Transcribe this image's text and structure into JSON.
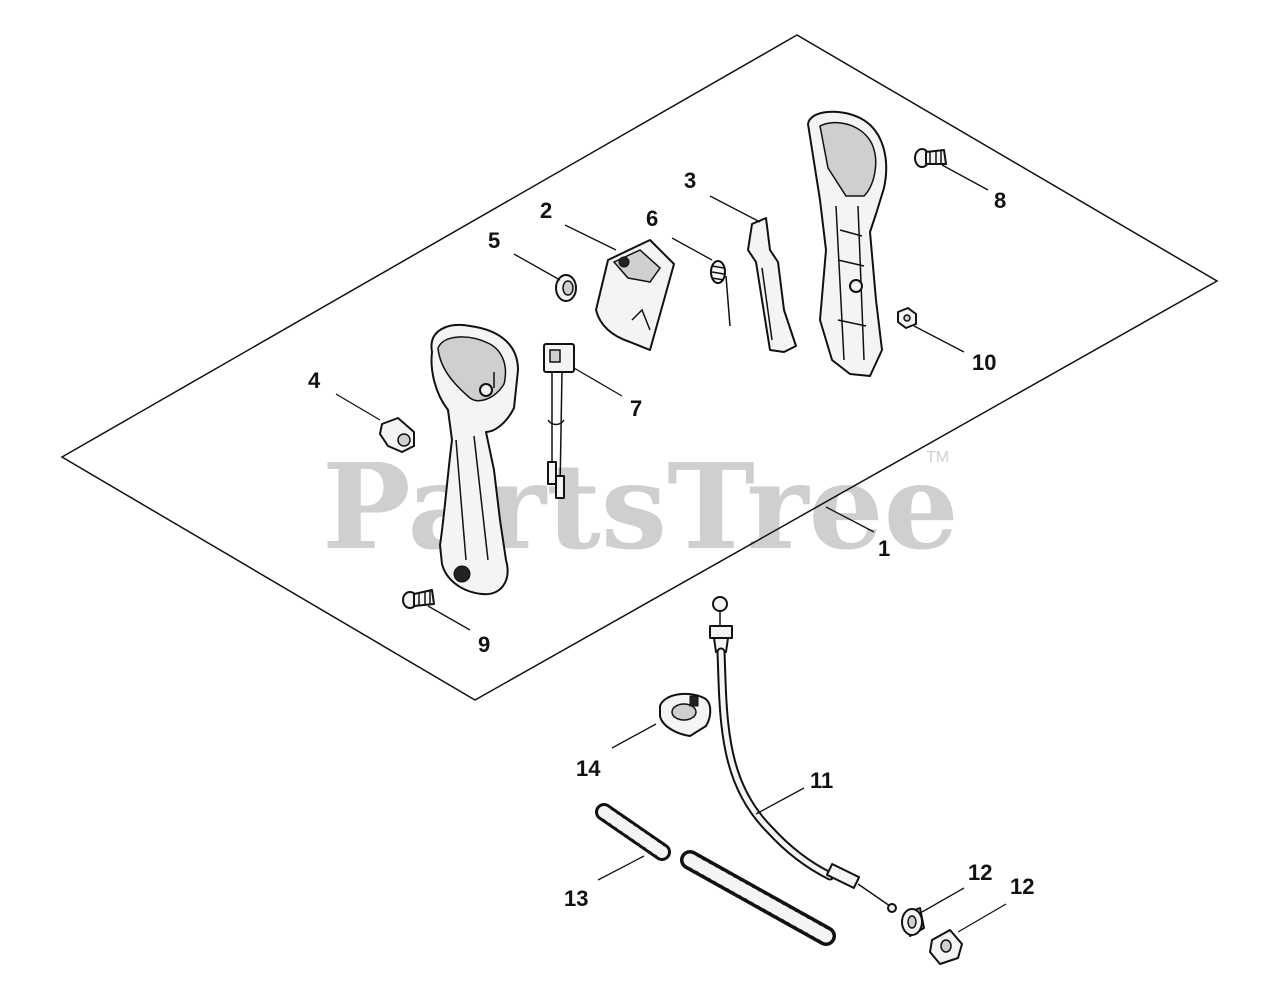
{
  "watermark": {
    "text": "PartsTree",
    "trademark": "TM"
  },
  "callouts": [
    {
      "id": "c1",
      "label": "1"
    },
    {
      "id": "c2",
      "label": "2"
    },
    {
      "id": "c3",
      "label": "3"
    },
    {
      "id": "c4",
      "label": "4"
    },
    {
      "id": "c5",
      "label": "5"
    },
    {
      "id": "c6",
      "label": "6"
    },
    {
      "id": "c7",
      "label": "7"
    },
    {
      "id": "c8",
      "label": "8"
    },
    {
      "id": "c9",
      "label": "9"
    },
    {
      "id": "c10",
      "label": "10"
    },
    {
      "id": "c11",
      "label": "11"
    },
    {
      "id": "c12a",
      "label": "12"
    },
    {
      "id": "c12b",
      "label": "12"
    },
    {
      "id": "c13",
      "label": "13"
    },
    {
      "id": "c14",
      "label": "14"
    }
  ]
}
